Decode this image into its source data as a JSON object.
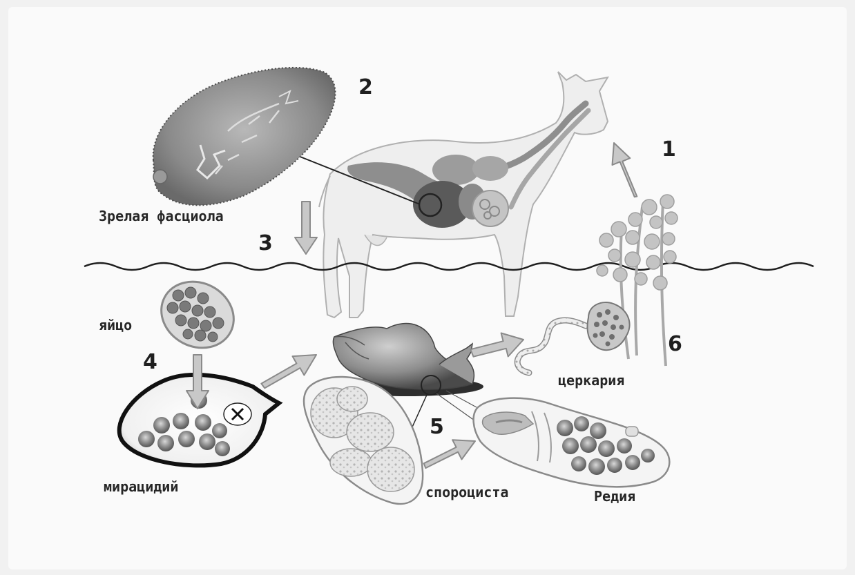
{
  "labels": {
    "mature_fasciola": "Зрелая фасциола",
    "egg": "яйцо",
    "miracidium": "мирацидий",
    "sporocyst": "спороциста",
    "redia": "Редия",
    "cercaria": "церкария"
  },
  "stage_numbers": {
    "n1": "1",
    "n2": "2",
    "n3": "3",
    "n4": "4",
    "n5": "5",
    "n6": "6"
  },
  "colors": {
    "background": "#f1f1f1",
    "panel": "#fafafa",
    "ink": "#222222",
    "arrow_fill": "#c8c8c8",
    "arrow_stroke": "#8a8a8a",
    "organism_dark": "#5a5a5a",
    "organism_mid": "#9a9a9a",
    "organism_light": "#d6d6d6"
  }
}
